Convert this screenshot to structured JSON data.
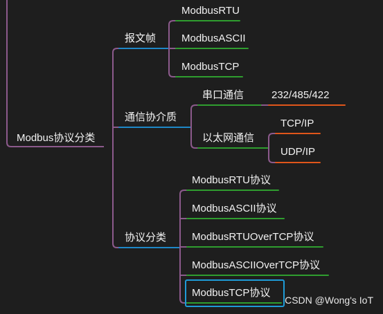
{
  "root": {
    "label": "Modbus协议分类"
  },
  "branches": {
    "frame": {
      "label": "报文帧",
      "children": [
        "ModbusRTU",
        "ModbusASCII",
        "ModbusTCP"
      ]
    },
    "medium": {
      "label": "通信协介质",
      "serial": {
        "label": "串口通信",
        "child": "232/485/422"
      },
      "ethernet": {
        "label": "以太网通信",
        "children": [
          "TCP/IP",
          "UDP/IP"
        ]
      }
    },
    "protocols": {
      "label": "协议分类",
      "children": [
        "ModbusRTU协议",
        "ModbusASCII协议",
        "ModbusRTUOverTCP协议",
        "ModbusASCIIOverTCP协议",
        "ModbusTCP协议"
      ],
      "selected": "ModbusTCP协议"
    }
  },
  "watermark": "CSDN @Wong's IoT",
  "colors": {
    "background": "#1e1e1e",
    "connector": "#8c5a8c",
    "underline_blue": "#1e88c8",
    "underline_green": "#2f9e2f",
    "underline_orange": "#e0561a",
    "selection": "#1e9bd7"
  }
}
